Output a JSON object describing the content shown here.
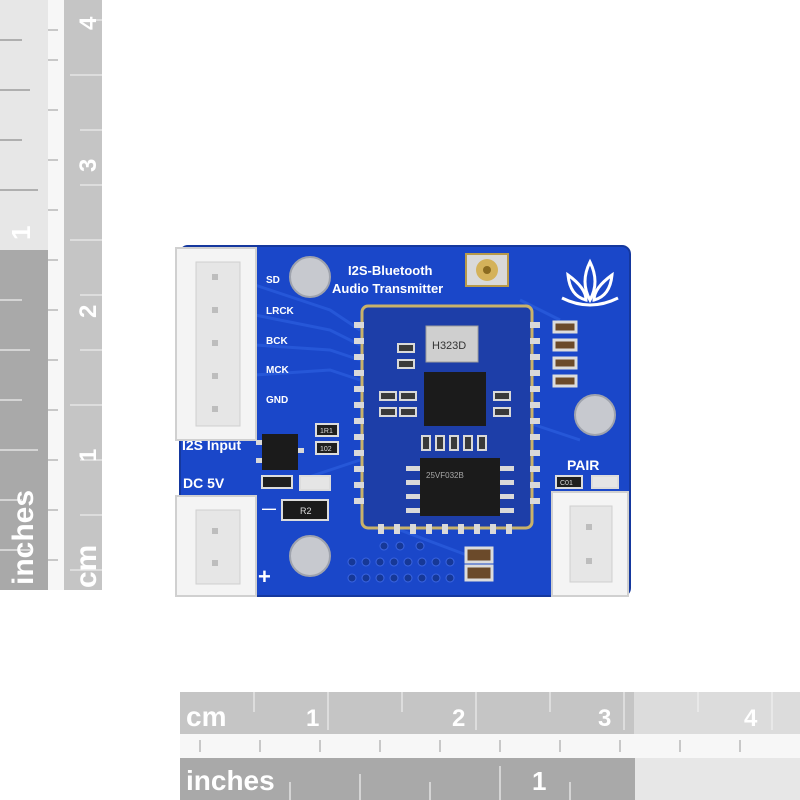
{
  "rulers": {
    "vertical": {
      "units": [
        "inches",
        "cm"
      ],
      "inch_labels": [
        "1"
      ],
      "cm_labels": [
        "4",
        "3",
        "2",
        "1"
      ]
    },
    "horizontal": {
      "units": [
        "cm",
        "inches"
      ],
      "cm_labels": [
        "1",
        "2",
        "3",
        "4"
      ],
      "inch_labels": [
        "1"
      ]
    }
  },
  "board": {
    "title_line1": "I2S-Bluetooth",
    "title_line2": "Audio Transmitter",
    "pin_labels": [
      "SD",
      "LRCK",
      "BCK",
      "MCK",
      "GND"
    ],
    "input_label": "I2S Input",
    "power_label": "DC 5V",
    "minus_sign": "—",
    "plus_sign": "+",
    "pair_label": "PAIR",
    "chip_crystal": "H323D",
    "chip_ic": "25VF032B",
    "res_r2": "R2",
    "res_102": "102",
    "res_1r1": "1R1",
    "res_c01": "C01",
    "colors": {
      "pcb": "#1a47c9",
      "connector": "#f4f4f4",
      "module": "#1d3ea8"
    }
  }
}
